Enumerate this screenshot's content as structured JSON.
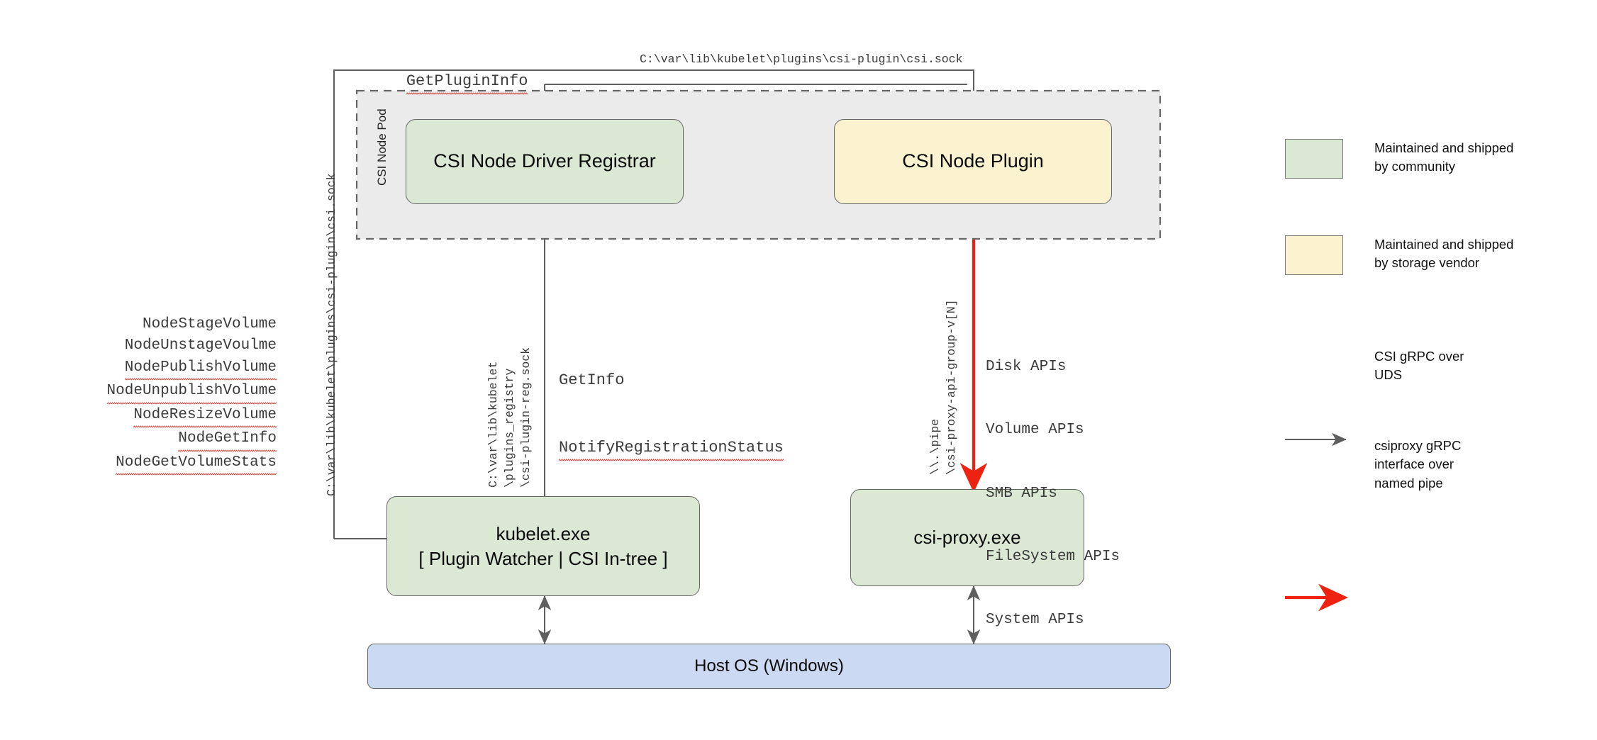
{
  "diagram": {
    "title": "CSI Proxy on Windows architecture",
    "colors": {
      "community_green": "#dbe8d4",
      "vendor_cream": "#fbf2cf",
      "host_blue": "#ccd9f2",
      "pod_gray": "#ebebeb",
      "edge_gray": "#666666",
      "edge_red": "#ee2211",
      "spellcheck_red": "#e23b2e"
    },
    "pod": {
      "label": "CSI Node Pod"
    },
    "nodes": {
      "registrar": {
        "label": "CSI Node Driver Registrar",
        "fill": "community_green"
      },
      "node_plugin": {
        "label": "CSI Node Plugin",
        "fill": "vendor_cream"
      },
      "kubelet": {
        "line1": "kubelet.exe",
        "line2": "[ Plugin Watcher | CSI In-tree ]",
        "fill": "community_green"
      },
      "csi_proxy": {
        "label": "csi-proxy.exe",
        "fill": "community_green"
      },
      "host_os": {
        "label": "Host OS (Windows)",
        "fill": "host_blue"
      }
    },
    "annotations": {
      "get_plugin_info": "GetPluginInfo",
      "csi_sock_path_top": "C:\\var\\lib\\kubelet\\plugins\\csi-plugin\\csi.sock",
      "csi_sock_path_vertical": "C:\\var\\lib\\kubelet\\plugins\\csi-plugin\\csi.sock",
      "registry_path_vertical": [
        "C:\\var\\lib\\kubelet",
        "\\plugins_registry",
        "\\csi-plugin-reg.sock"
      ],
      "registration_calls": [
        "GetInfo",
        "NotifyRegistrationStatus"
      ],
      "named_pipe_vertical": [
        "\\\\.\\pipe",
        "\\csi-proxy-api-group-v[N]"
      ],
      "node_service_calls": [
        "NodeStageVolume",
        "NodeUnstageVoulme",
        "NodePublishVolume",
        "NodeUnpublishVolume",
        "NodeResizeVolume",
        "NodeGetInfo",
        "NodeGetVolumeStats"
      ],
      "proxy_apis": [
        "Disk APIs",
        "Volume APIs",
        "SMB APIs",
        "FileSystem APIs",
        "System APIs"
      ]
    },
    "legend": {
      "items": [
        {
          "kind": "swatch",
          "color_key": "community_green",
          "text": "Maintained and shipped\nby community"
        },
        {
          "kind": "swatch",
          "color_key": "vendor_cream",
          "text": "Maintained and shipped\nby storage vendor"
        },
        {
          "kind": "arrow",
          "color_key": "edge_gray",
          "text": "CSI gRPC over\nUDS"
        },
        {
          "kind": "arrow",
          "color_key": "edge_red",
          "text": "csiproxy gRPC\ninterface over\nnamed pipe"
        }
      ]
    }
  }
}
